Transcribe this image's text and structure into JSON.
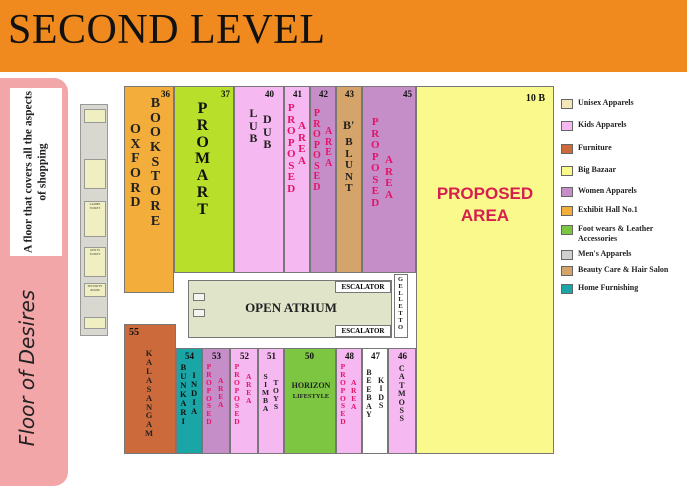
{
  "header": {
    "title": "SECOND LEVEL"
  },
  "side": {
    "tagline": "A floor that covers all the aspects of shopping",
    "title": "Floor of Desires"
  },
  "service_labels": {
    "ladies_toilet": "LADIES TOILET",
    "gents_toilet": "GENTS TOILET",
    "security_room": "SECURITY ROOM"
  },
  "colors": {
    "unisex": "#f5e6b8",
    "kids": "#f5b8f0",
    "furniture": "#cc6a3c",
    "big_bazaar": "#fafa8c",
    "women": "#c58ec8",
    "exhibit": "#f2ad3a",
    "footwear": "#7cc642",
    "mens": "#cfcfcf",
    "beauty": "#d4a46a",
    "home": "#1aa5a6",
    "promart": "#b8e02a",
    "atrium": "#e0e4c8"
  },
  "stores": {
    "s36": {
      "num": "36",
      "line1": "OXFORD",
      "line2": "BOOK STORE"
    },
    "s37": {
      "num": "37",
      "name": "PROMART"
    },
    "s40": {
      "num": "40",
      "line1": "LUB",
      "line2": "DUB"
    },
    "s41": {
      "num": "41",
      "line1": "PROPOSED",
      "line2": "AREA"
    },
    "s42": {
      "num": "42",
      "line1": "PROPOSED",
      "line2": "AREA"
    },
    "s43": {
      "num": "43",
      "line1": "B'",
      "line2": "BLUNT"
    },
    "s45": {
      "num": "45",
      "line1": "PROPOSED",
      "line2": "AREA"
    },
    "s10b": {
      "num": "10 B",
      "name": "PROPOSED AREA"
    },
    "atrium": {
      "name": "OPEN ATRIUM",
      "escalator_top": "ESCALATOR",
      "escalator_bottom": "ESCALATOR"
    },
    "gelletto": {
      "name": "GELLETTO"
    },
    "s55": {
      "num": "55",
      "name": "KALASANGAM"
    },
    "s54": {
      "num": "54",
      "line1": "BUNKARI",
      "line2": "INDIA"
    },
    "s53": {
      "num": "53",
      "line1": "PROPOSED",
      "line2": "AREA"
    },
    "s52": {
      "num": "52",
      "line1": "PROPOSED",
      "line2": "AREA"
    },
    "s51": {
      "num": "51",
      "line1": "SIMBA",
      "line2": "TOYS"
    },
    "s50": {
      "num": "50",
      "line1": "HORIZON",
      "line2": "LIFESTYLE"
    },
    "s48": {
      "num": "48",
      "line1": "PROPOSED",
      "line2": "AREA"
    },
    "s47": {
      "num": "47",
      "line1": "BEEBAY",
      "line2": "KIDS"
    },
    "s46": {
      "num": "46",
      "name": "CATMOSS"
    }
  },
  "legend": [
    {
      "label": "Unisex Apparels",
      "color": "#f5e6b8"
    },
    {
      "label": "Kids Apparels",
      "color": "#f5b8f0"
    },
    {
      "label": "Furniture",
      "color": "#cc6a3c"
    },
    {
      "label": "Big Bazaar",
      "color": "#fafa8c"
    },
    {
      "label": "Women Apparels",
      "color": "#c58ec8"
    },
    {
      "label": "Exhibit Hall No.1",
      "color": "#f2ad3a"
    },
    {
      "label": "Foot wears & Leather Accessories",
      "color": "#7cc642"
    },
    {
      "label": "Men's Apparels",
      "color": "#cfcfcf"
    },
    {
      "label": "Beauty Care & Hair Salon",
      "color": "#d4a46a"
    },
    {
      "label": "Home Furnishing",
      "color": "#1aa5a6"
    }
  ]
}
